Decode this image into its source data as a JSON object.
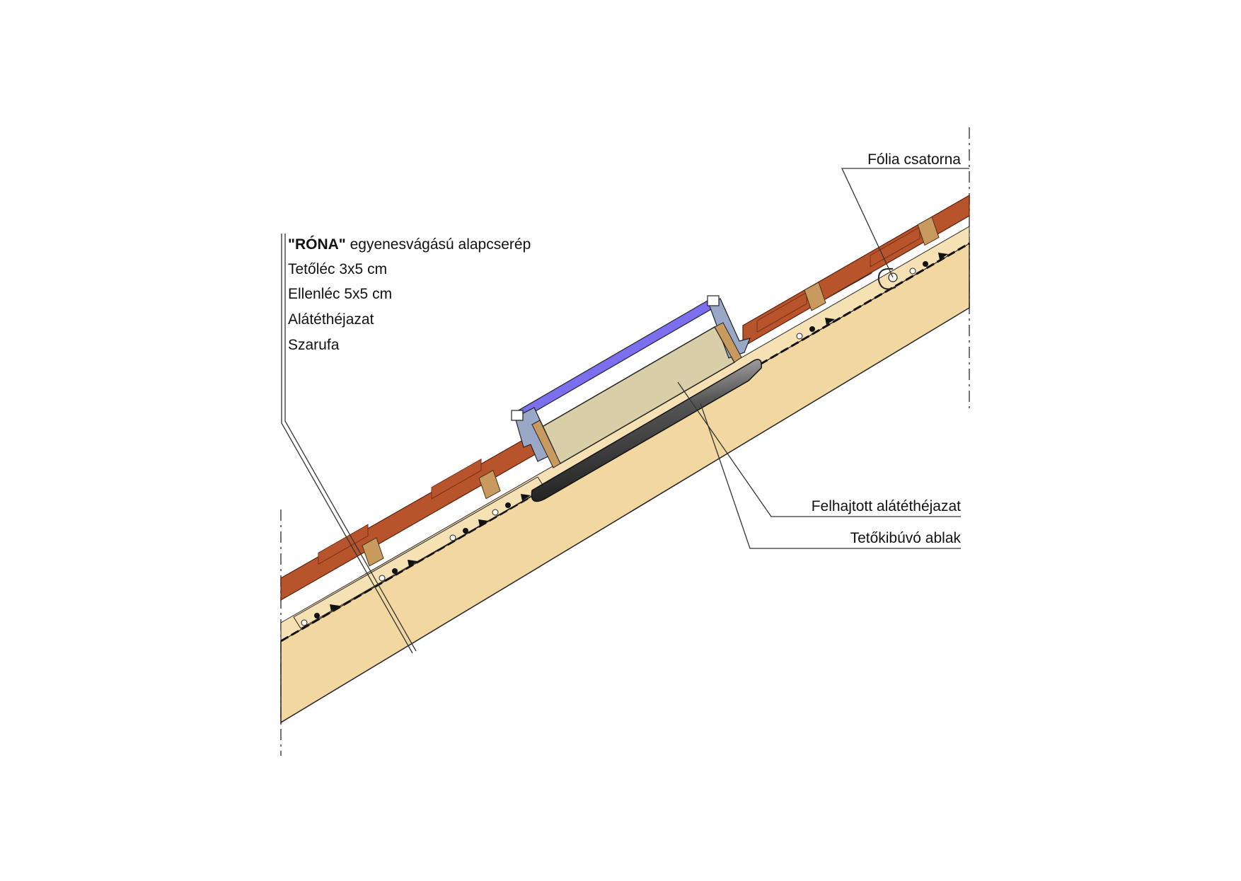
{
  "drawing": {
    "layers": {
      "brand": "\"RÓNA\"",
      "tile_rest": " egyenesvágású alapcserép",
      "batten": "Tetőléc 3x5 cm",
      "counter_batten": "Ellenléc 5x5 cm",
      "underlay": "Alátéthéjazat",
      "rafter": "Szarufa"
    },
    "callouts": {
      "gutter": "Fólia csatorna",
      "folded_underlay": "Felhajtott alátéthéjazat",
      "roof_window": "Tetőkibúvó ablak"
    }
  },
  "colors": {
    "rafter": "#f2d8a0",
    "tile": "#b8542c",
    "tile_dark": "#7a2e14",
    "batten": "#c89a60",
    "window_body": "#d8cfa8",
    "glass": "#7b6ff0",
    "frame": "#9aa8c8",
    "collar": "#3a3a3a"
  }
}
